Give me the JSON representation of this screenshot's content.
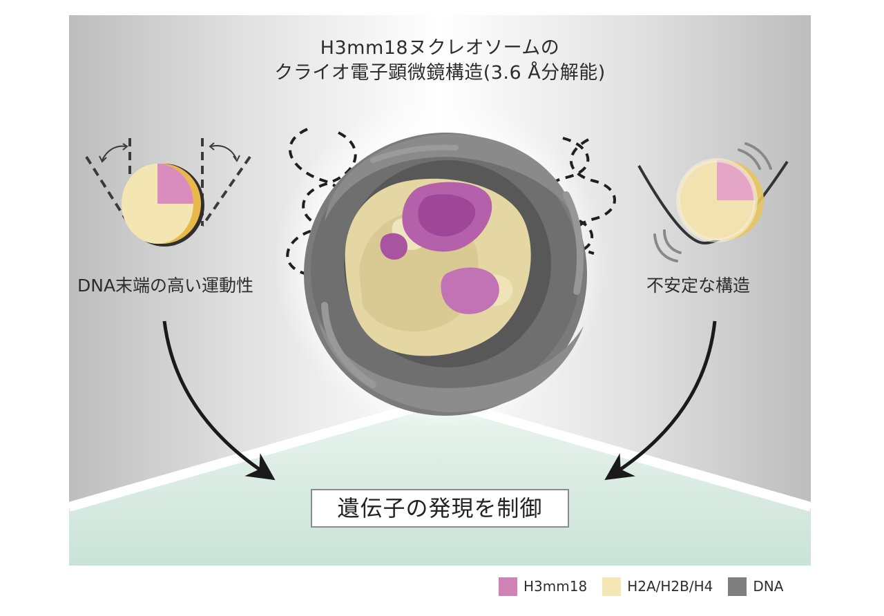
{
  "title": {
    "line1": "H3mm18ヌクレオソームの",
    "line2": "クライオ電子顕微鏡構造(3.6 Å分解能)"
  },
  "left_label": "DNA末端の高い運動性",
  "right_label": "不安定な構造",
  "result": "遺伝子の発現を制御",
  "legend": [
    {
      "label": "H3mm18",
      "color": "#cf82b4"
    },
    {
      "label": "H2A/H2B/H4",
      "color": "#f4e7b4"
    },
    {
      "label": "DNA",
      "color": "#7f7f7f"
    }
  ],
  "colors": {
    "h3mm18": "#b860ad",
    "histone": "#e6d9a4",
    "dna": "#777777",
    "green_floor": "#cfe6dc"
  }
}
